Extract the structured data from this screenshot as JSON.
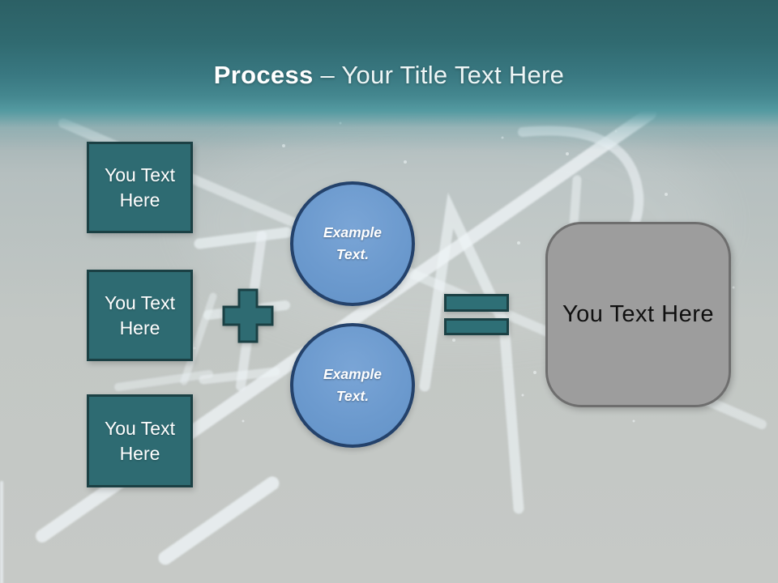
{
  "title": {
    "primary": "Process",
    "secondary": "– Your Title Text Here"
  },
  "input_boxes": [
    {
      "label": "You Text Here"
    },
    {
      "label": "You Text Here"
    },
    {
      "label": "You Text Here"
    }
  ],
  "operators": {
    "plus_icon": "plus-sign",
    "equals_icon": "equals-sign"
  },
  "example_circles": [
    {
      "label": "Example Text."
    },
    {
      "label": "Example Text."
    }
  ],
  "result_box": {
    "label": "You Text Here"
  },
  "colors": {
    "header_top": "#2c6065",
    "header_bottom": "#549aa1",
    "teal_fill": "#2e6b72",
    "teal_border": "#1b4044",
    "blue_fill": "#6c9ace",
    "blue_border": "#24426b",
    "gray_fill": "#9d9d9d",
    "gray_border": "#6e6e6e",
    "chalk": "#eef4f6",
    "background": "#c3c8c5"
  }
}
